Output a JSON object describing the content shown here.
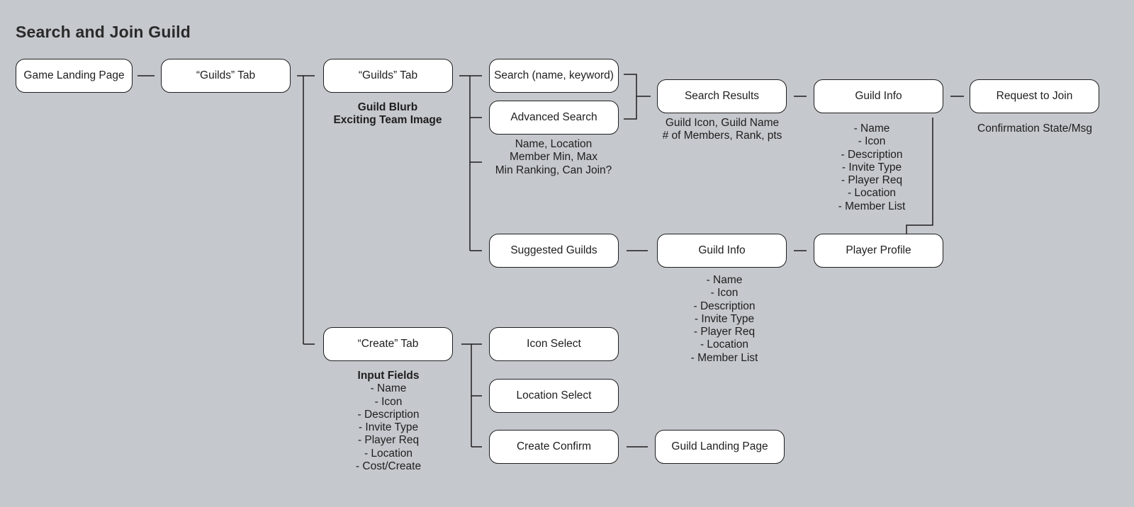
{
  "title": "Search and Join Guild",
  "nodes": {
    "game_landing": "Game Landing Page",
    "guilds_tab_1": "“Guilds” Tab",
    "guilds_tab_2": "“Guilds” Tab",
    "search": "Search (name, keyword)",
    "advanced_search": "Advanced Search",
    "search_results": "Search Results",
    "guild_info_top": "Guild Info",
    "request_join": "Request to Join",
    "suggested_guilds": "Suggested Guilds",
    "guild_info_mid": "Guild Info",
    "player_profile": "Player Profile",
    "create_tab": "“Create” Tab",
    "icon_select": "Icon Select",
    "location_select": "Location Select",
    "create_confirm": "Create Confirm",
    "guild_landing": "Guild Landing Page"
  },
  "notes": {
    "guilds_tab": [
      "Guild Blurb",
      "Exciting Team Image"
    ],
    "advanced_search": [
      "Name, Location",
      "Member Min, Max",
      "Min Ranking, Can Join?"
    ],
    "search_results": [
      "Guild Icon, Guild Name",
      "# of Members, Rank, pts"
    ],
    "guild_info_top": [
      "- Name",
      "- Icon",
      "- Description",
      "- Invite Type",
      "- Player Req",
      "- Location",
      "- Member List"
    ],
    "request_join": [
      "Confirmation State/Msg"
    ],
    "guild_info_mid": [
      "- Name",
      "- Icon",
      "- Description",
      "- Invite Type",
      "- Player Req",
      "- Location",
      "- Member List"
    ],
    "create_tab_heading": "Input Fields",
    "create_tab": [
      "- Name",
      "- Icon",
      "- Description",
      "- Invite Type",
      "- Player Req",
      "- Location",
      "- Cost/Create"
    ]
  }
}
